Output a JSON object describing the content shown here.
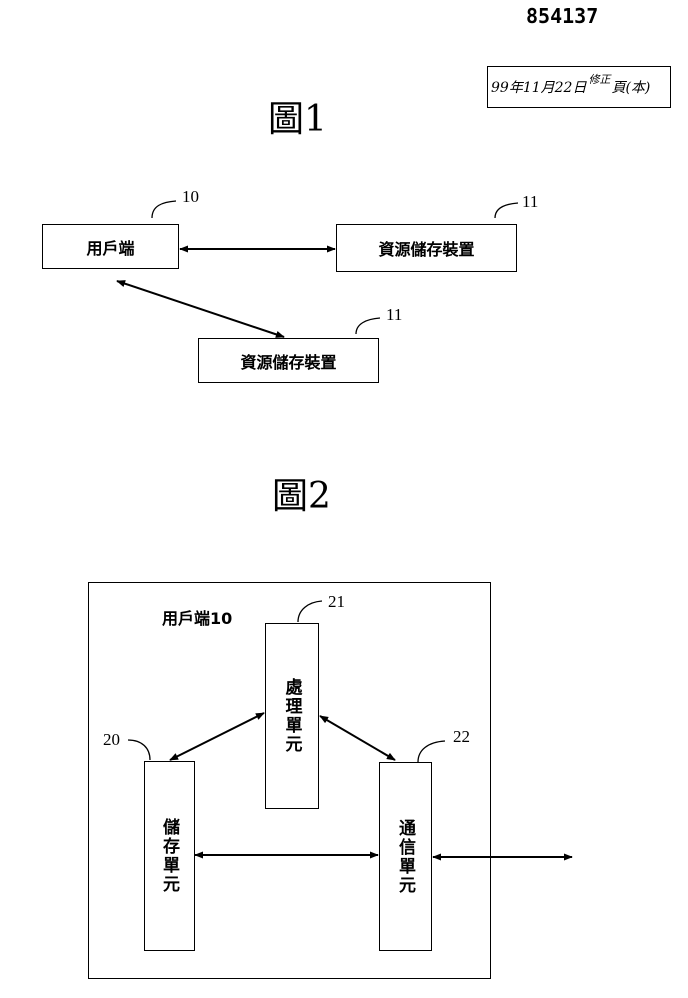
{
  "doc_number": "854137",
  "stamp": {
    "date": "99年11月22日",
    "note": "修正",
    "suffix": "頁(本)"
  },
  "figure1": {
    "title": "圖1",
    "client": {
      "label": "用戶端",
      "ref": "10"
    },
    "storage_a": {
      "label": "資源儲存裝置",
      "ref": "11"
    },
    "storage_b": {
      "label": "資源儲存裝置",
      "ref": "11"
    }
  },
  "figure2": {
    "title": "圖2",
    "outer": {
      "label": "用戶端10"
    },
    "storage_unit": {
      "label": "儲存單元",
      "ref": "20"
    },
    "processing_unit": {
      "label": "處理單元",
      "ref": "21"
    },
    "communication_unit": {
      "label": "通信單元",
      "ref": "22"
    }
  }
}
